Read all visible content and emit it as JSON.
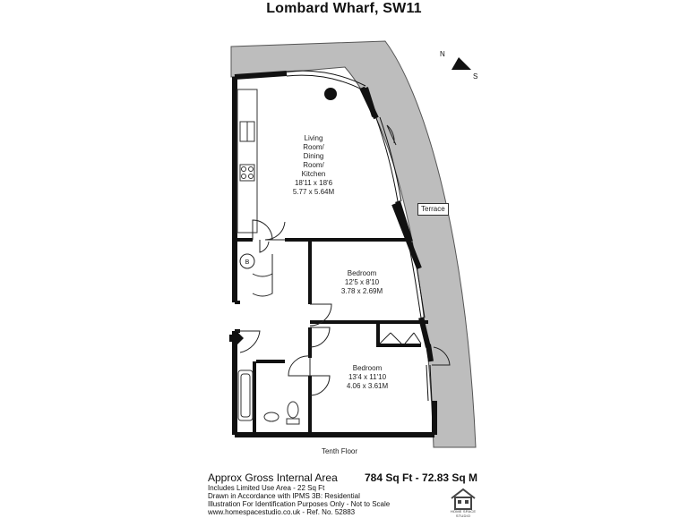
{
  "title": "Lombard Wharf, SW11",
  "rooms": {
    "living": {
      "name_lines": [
        "Living",
        "Room/",
        "Dining",
        "Room/",
        "Kitchen"
      ],
      "imperial": "18'11 x 18'6",
      "metric": "5.77 x 5.64M"
    },
    "bedroom1": {
      "name": "Bedroom",
      "imperial": "12'5 x 8'10",
      "metric": "3.78 x 2.69M"
    },
    "bedroom2": {
      "name": "Bedroom",
      "imperial": "13'4 x 11'10",
      "metric": "4.06 x 3.61M"
    }
  },
  "terrace_label": "Terrace",
  "boiler_label": "B",
  "floor_label": "Tenth Floor",
  "compass": {
    "north": "N",
    "south": "S"
  },
  "footer": {
    "gross_label": "Approx Gross Internal Area",
    "area": "784 Sq Ft - 72.83 Sq M",
    "lines": [
      "Includes Limited Use Area - 22 Sq Ft",
      "Drawn in Accordance with IPMS 3B: Residential",
      "Illustration For Identification Purposes Only - Not to Scale",
      "www.homespacestudio.co.uk - Ref. No. 52883"
    ]
  },
  "logo_text": "HOME SPACE STUDIO",
  "colors": {
    "wall": "#111111",
    "terrace": "#bdbdbd",
    "background": "#ffffff"
  }
}
